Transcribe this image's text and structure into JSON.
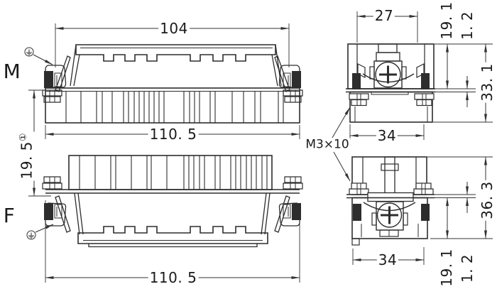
{
  "page": {
    "background": "#ffffff",
    "ink_color": "#2d2d2d",
    "dim_color": "#333333"
  },
  "drawing": {
    "male": {
      "label": "M"
    },
    "female": {
      "label": "F"
    },
    "dims": {
      "m_hood_width": "104",
      "m_overall_width": "110. 5",
      "m_flange_height": "19. 5",
      "m_flange_height_note": "①",
      "m_end_top_width": "27",
      "m_end_bottom_width": "34",
      "m_end_upper_height": "19. 1",
      "m_end_flange_offset": "1. 2",
      "m_end_overall_height": "33. 1",
      "f_overall_width": "110. 5",
      "f_end_bottom_width": "34",
      "f_end_overall_height": "36. 3",
      "f_end_lower_height": "19. 1",
      "f_end_flange_offset": "1. 2",
      "screw_note": "M3×10"
    }
  }
}
